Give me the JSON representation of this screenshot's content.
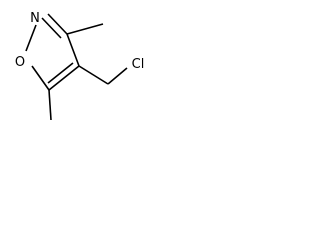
{
  "molecule": {
    "atoms": {
      "nitrogen": "N",
      "oxygen": "O",
      "chlorine": "Cl"
    },
    "colors": {
      "bond": "#000000",
      "background": "#ffffff"
    }
  }
}
